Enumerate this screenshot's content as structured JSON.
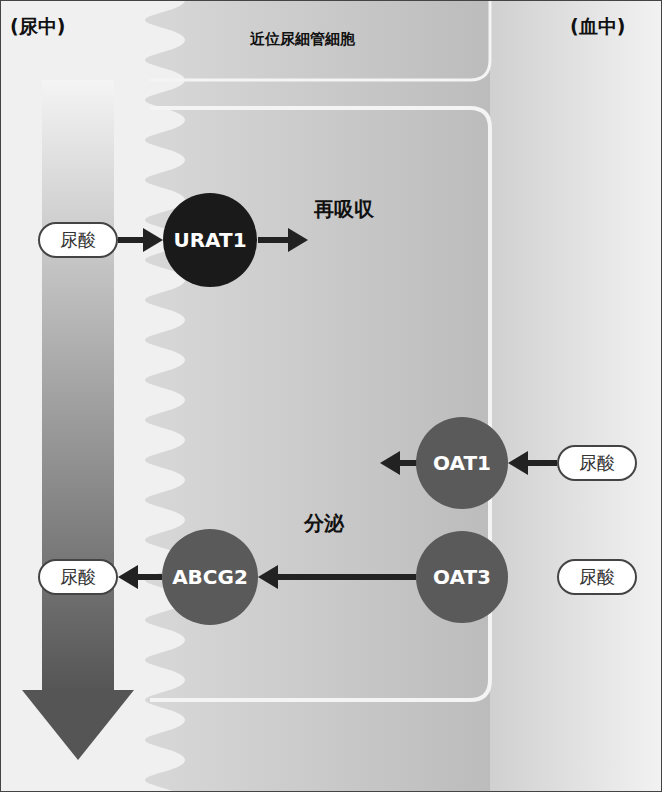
{
  "diagram": {
    "nodes": [
      {
        "text": [
          "尿酸"
        ]
      },
      {
        "text": [
          "URAT1"
        ]
      },
      {
        "text": [
          "OAT1"
        ]
      },
      {
        "text": [
          "尿酸"
        ]
      },
      {
        "text": [
          "尿酸"
        ]
      },
      {
        "text": [
          "ABCG2"
        ]
      },
      {
        "text": [
          "OAT3"
        ]
      },
      {
        "text": [
          "尿酸"
        ]
      }
    ],
    "edges": [
      {
        "from": 0,
        "to": 1,
        "arrow": "to"
      },
      {
        "from": 3,
        "to": 2,
        "arrow": "to"
      },
      {
        "from": 6,
        "to": 5,
        "arrow": "to"
      },
      {
        "from": 5,
        "to": 4,
        "arrow": "to"
      }
    ],
    "labels": [
      "(尿中)",
      "近位尿細管細胞",
      "(血中)",
      "再吸収",
      "分泌"
    ]
  }
}
